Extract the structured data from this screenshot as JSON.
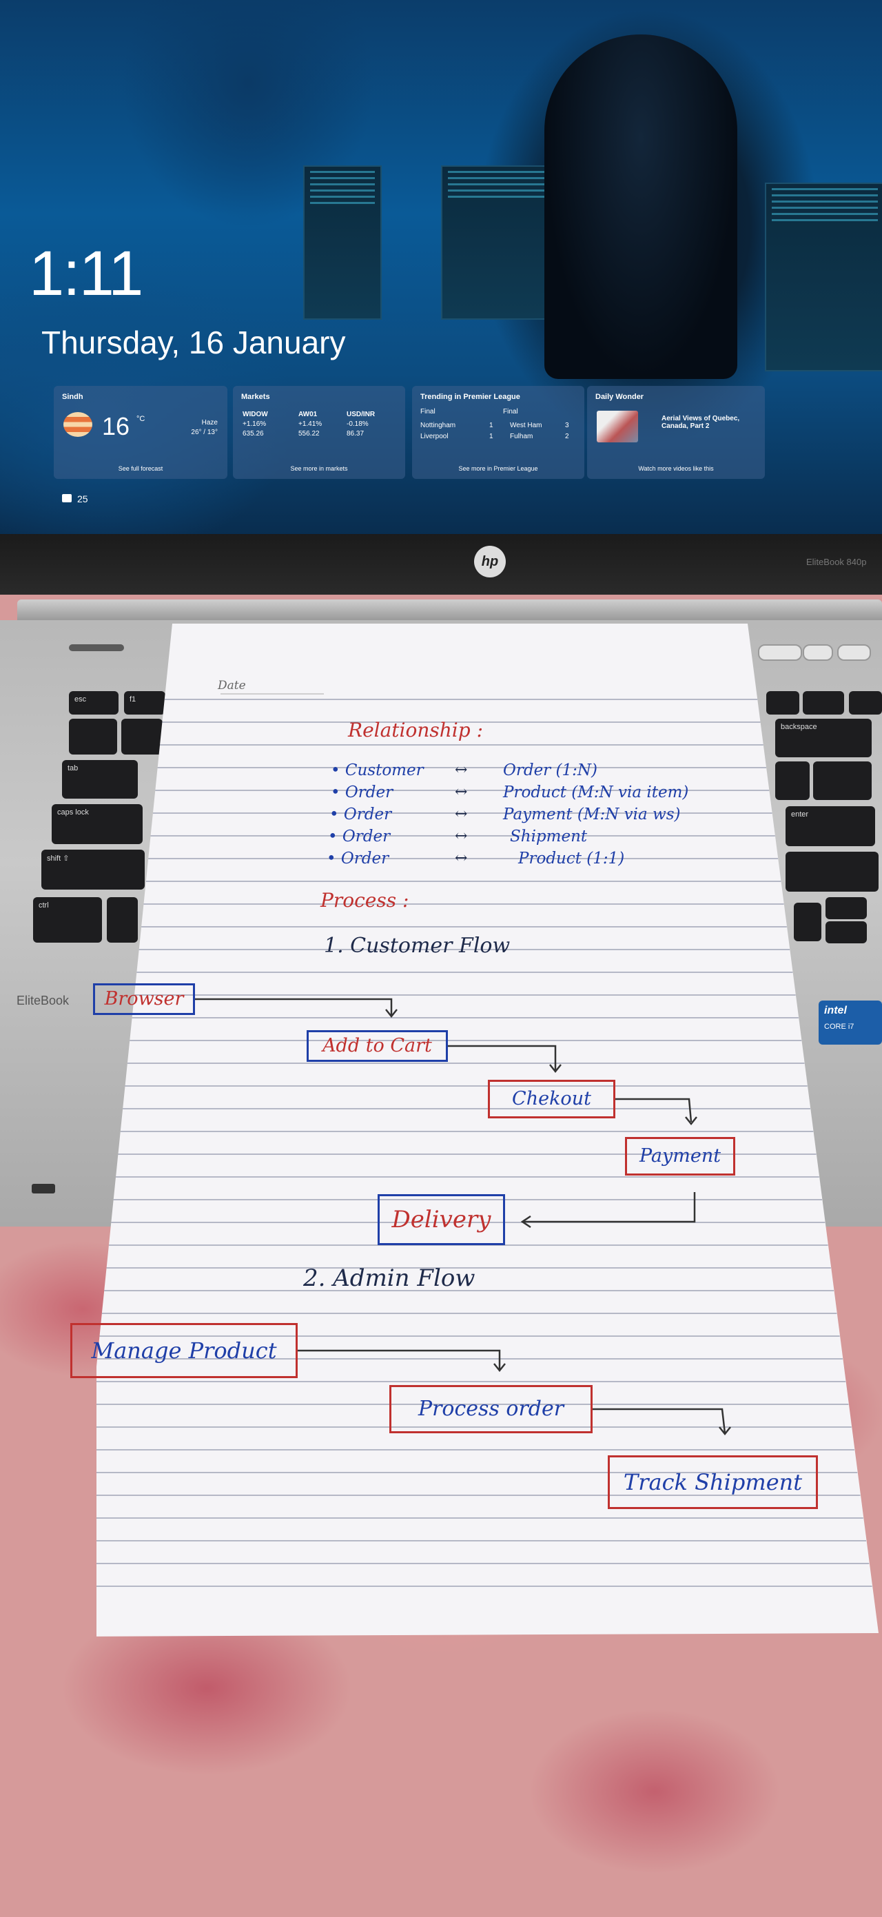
{
  "screen": {
    "time": "1:11",
    "date": "Thursday, 16 January",
    "weather": {
      "location": "Sindh",
      "temp": "16",
      "unit": "°C",
      "condition": "Haze",
      "range": "26° / 13°",
      "link": "See full forecast"
    },
    "markets": {
      "title": "Markets",
      "items": [
        {
          "name": "WIDOW",
          "change": "+1.16%",
          "value": "635.26"
        },
        {
          "name": "AW01",
          "change": "+1.41%",
          "value": "556.22"
        },
        {
          "name": "USD/INR",
          "change": "-0.18%",
          "value": "86.37"
        }
      ],
      "link": "See more in markets"
    },
    "football": {
      "title": "Trending in Premier League",
      "status1": "Final",
      "status2": "Final",
      "rows": [
        {
          "home": "Nottingham",
          "hs": "1",
          "away": "West Ham",
          "as": "3"
        },
        {
          "home": "Liverpool",
          "hs": "1",
          "away": "Fulham",
          "as": "2"
        }
      ],
      "link": "See more in Premier League"
    },
    "wonder": {
      "title": "Daily Wonder",
      "caption": "Aerial Views of Quebec, Canada, Part 2",
      "link": "Watch more videos like this"
    },
    "mail_count": "25"
  },
  "laptop": {
    "brand": "hp",
    "model": "EliteBook 840p",
    "deck_label": "EliteBook",
    "intel": "intel",
    "intel_sub": "CORE i7",
    "keys": {
      "esc": "esc",
      "f1": "f1",
      "tab": "tab",
      "caps": "caps lock",
      "shift": "shift ⇧",
      "ctrl": "ctrl",
      "backspace": "backspace",
      "enter": "enter"
    }
  },
  "note": {
    "date_label": "Date",
    "heading": "Relationship :",
    "relations": [
      {
        "left": "• Customer",
        "arrow": "↔",
        "right": "Order (1:N)"
      },
      {
        "left": "• Order",
        "arrow": "↔",
        "right": "Product (M:N via item)"
      },
      {
        "left": "• Order",
        "arrow": "↔",
        "right": "Payment (M:N via ws)"
      },
      {
        "left": "• Order",
        "arrow": "↔",
        "right": "Shipment"
      },
      {
        "left": "• Order",
        "arrow": "↔",
        "right": "Product (1:1)"
      }
    ],
    "process_heading": "Process :",
    "customer_flow_title": "1. Customer Flow",
    "customer_flow": [
      "Browser",
      "Add to Cart",
      "Chekout",
      "Payment",
      "Delivery"
    ],
    "admin_flow_title": "2. Admin Flow",
    "admin_flow": [
      "Manage Product",
      "Process order",
      "Track Shipment"
    ]
  }
}
